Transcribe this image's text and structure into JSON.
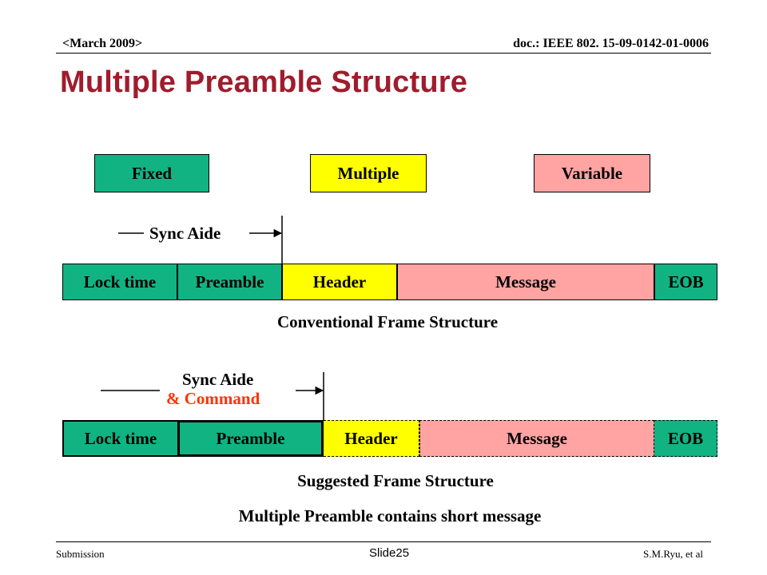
{
  "header": {
    "date": "<March 2009>",
    "doc": "doc.: IEEE 802. 15-09-0142-01-0006"
  },
  "title": "Multiple Preamble Structure",
  "legend": {
    "fixed": "Fixed",
    "multiple": "Multiple",
    "variable": "Variable"
  },
  "conventional": {
    "sync_label": "Sync Aide",
    "segments": [
      "Lock time",
      "Preamble",
      "Header",
      "Message",
      "EOB"
    ],
    "caption": "Conventional Frame Structure"
  },
  "suggested": {
    "sync_label": "Sync Aide",
    "command_label": "& Command",
    "segments": [
      "Lock time",
      "Preamble",
      "Header",
      "Message",
      "EOB"
    ],
    "caption": "Suggested Frame Structure",
    "note": "Multiple Preamble contains short message"
  },
  "footer": {
    "left": "Submission",
    "center": "Slide25",
    "right": "S.M.Ryu, et al"
  },
  "colors": {
    "title": "#a01c2c",
    "green": "#12b383",
    "yellow": "#ffff00",
    "pink": "#ffa3a3",
    "command": "#ff3300"
  }
}
